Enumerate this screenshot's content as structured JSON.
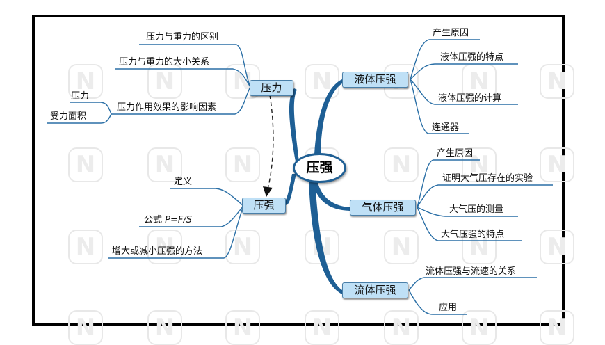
{
  "center": "压强",
  "branches": {
    "pressure": {
      "label": "压力",
      "children": [
        "压力与重力的区别",
        "压力与重力的大小关系",
        "压力作用效果的影响因素"
      ],
      "factors": [
        "压力",
        "受力面积"
      ]
    },
    "pressure_intensity": {
      "label": "压强",
      "children": {
        "definition": "定义",
        "formula_prefix": "公式 ",
        "formula": "P=F/S",
        "methods": "增大或减小压强的方法"
      }
    },
    "liquid": {
      "label": "液体压强",
      "children": [
        "产生原因",
        "液体压强的特点",
        "液体压强的计算",
        "连通器"
      ]
    },
    "gas": {
      "label": "气体压强",
      "children": [
        "产生原因",
        "证明大气压存在的实验",
        "大气压的测量",
        "大气压强的特点"
      ]
    },
    "fluid": {
      "label": "流体压强",
      "children": [
        "流体压强与流速的关系",
        "应用"
      ]
    }
  },
  "watermark_icon": "n-logo-icon"
}
